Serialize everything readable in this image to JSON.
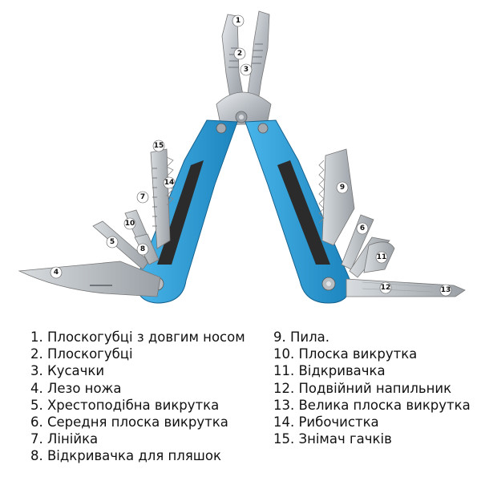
{
  "legend": {
    "left": [
      "1. Плоскогубці з довгим носом",
      "2. Плоскогубці",
      "3. Кусачки",
      "4. Лезо ножа",
      "5. Хрестоподібна викрутка",
      "6. Середня плоска викрутка",
      "7. Лінійка",
      "8. Відкривачка для пляшок"
    ],
    "right": [
      "9. Пила.",
      "10. Плоска викрутка",
      "11. Відкривачка",
      "12. Подвійний напильник",
      "13. Велика плоска викрутка",
      "14. Рибочистка",
      "15. Знімач гачків"
    ]
  },
  "callouts": [
    "1",
    "2",
    "3",
    "4",
    "5",
    "6",
    "7",
    "8",
    "9",
    "10",
    "11",
    "12",
    "13",
    "14",
    "15"
  ],
  "colors": {
    "handle_blue": "#2e9fd8",
    "handle_blue_dark": "#1d7fb3",
    "rubber": "#2b2b2b",
    "steel": "#c9cdd2",
    "steel_dark": "#8c9298"
  }
}
